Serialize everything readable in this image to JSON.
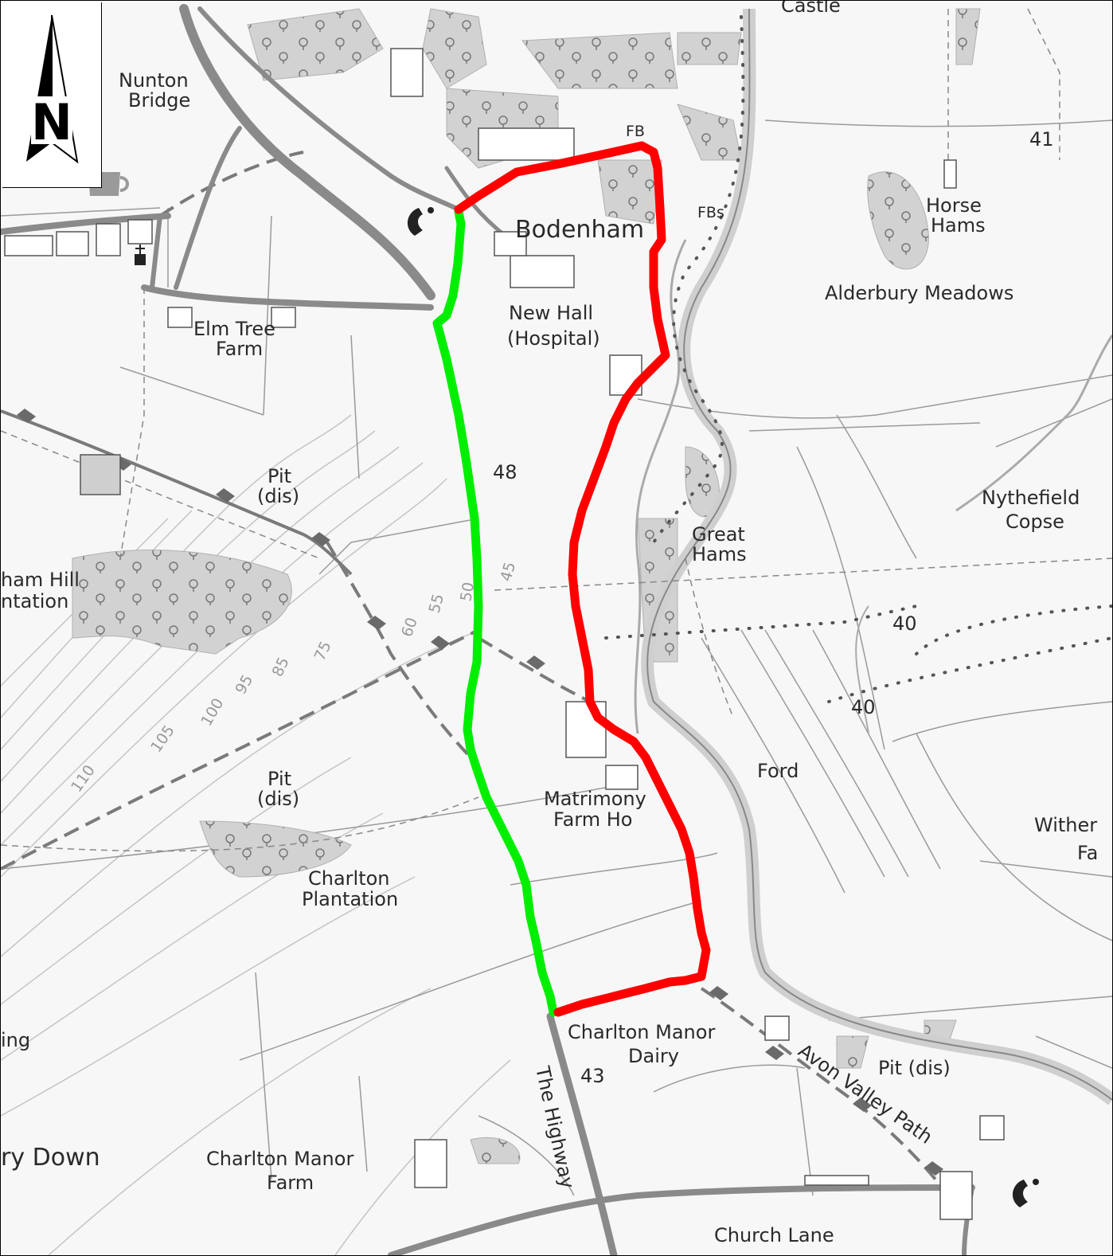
{
  "map": {
    "north_letter": "N",
    "colors": {
      "route_red": "#ff0000",
      "route_green": "#00ee00",
      "woodland": "#cfcfcf",
      "road": "#8a8a8a",
      "water": "#bdbdbd"
    },
    "labels": {
      "nunton_bridge_1": "Nunton",
      "nunton_bridge_2": "Bridge",
      "bodenham": "Bodenham",
      "fb": "FB",
      "fbs": "FBs",
      "horse_hams_1": "Horse",
      "horse_hams_2": "Hams",
      "alderbury_meadows": "Alderbury Meadows",
      "new_hall_1": "New Hall",
      "new_hall_2": "(Hospital)",
      "elm_tree_farm_1": "Elm Tree",
      "elm_tree_farm_2": "Farm",
      "pit_dis_1a": "Pit",
      "pit_dis_1b": "(dis)",
      "spot_48": "48",
      "nythefield_copse_1": "Nythefield",
      "nythefield_copse_2": "Copse",
      "great_hams_1": "Great",
      "great_hams_2": "Hams",
      "ham_hill_1": "ham Hill",
      "ham_hill_2": "ntation",
      "spot_40a": "40",
      "spot_40b": "40",
      "spot_41": "41",
      "ford": "Ford",
      "pit_dis_2a": "Pit",
      "pit_dis_2b": "(dis)",
      "matrimony_1": "Matrimony",
      "matrimony_2": "Farm Ho",
      "wither_1": "Wither",
      "wither_2": "Fa",
      "charlton_plantation_1": "Charlton",
      "charlton_plantation_2": "Plantation",
      "charlton_manor_dairy_1": "Charlton Manor",
      "charlton_manor_dairy_2": "Dairy",
      "spot_43": "43",
      "avon_valley_path": "Avon Valley Path",
      "pit_dis_3": "Pit (dis)",
      "the_highway": "The Highway",
      "ing": "ing",
      "ry_down": "ry Down",
      "charlton_manor_farm_1": "Charlton Manor",
      "charlton_manor_farm_2": "Farm",
      "church_lane": "Church Lane",
      "castle_partial": "Castle"
    },
    "contours": [
      "45",
      "50",
      "55",
      "60",
      "75",
      "85",
      "95",
      "100",
      "105",
      "110"
    ]
  }
}
